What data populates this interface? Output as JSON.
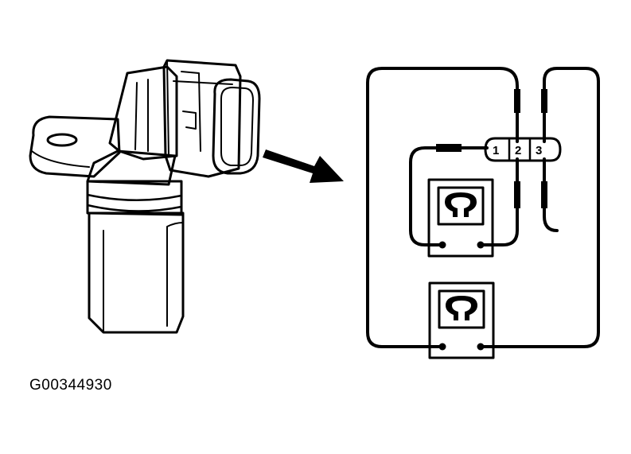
{
  "figure_id": "G00344930",
  "connector": {
    "pins": [
      "1",
      "2",
      "3"
    ]
  },
  "colors": {
    "ink": "#000000",
    "background": "#ffffff"
  }
}
